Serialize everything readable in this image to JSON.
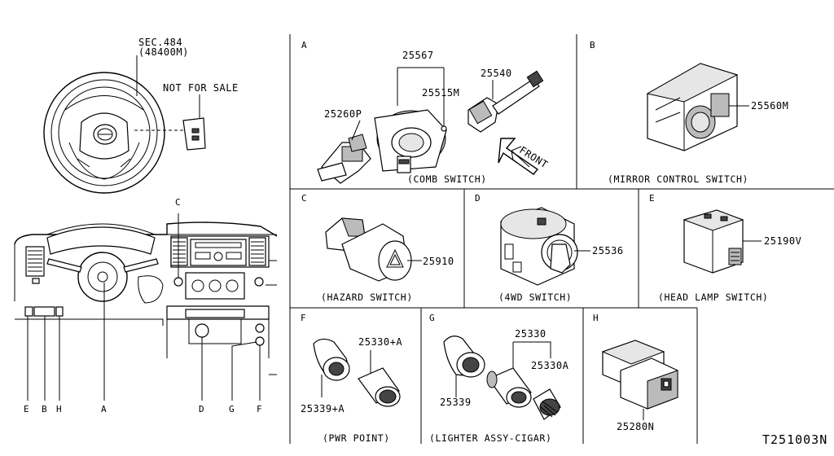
{
  "header": {
    "sec_ref": "SEC.484",
    "sec_part": "(48400M)",
    "not_for_sale": "NOT FOR SALE"
  },
  "dash_callouts": [
    "C",
    "E",
    "B",
    "H",
    "A",
    "D",
    "G",
    "F"
  ],
  "panels": {
    "A": {
      "letter": "A",
      "caption": "(COMB SWITCH)",
      "parts": [
        "25567",
        "25515M",
        "25540",
        "25260P"
      ],
      "direction": "FRONT"
    },
    "B": {
      "letter": "B",
      "caption": "(MIRROR CONTROL SWITCH)",
      "parts": [
        "25560M"
      ]
    },
    "C": {
      "letter": "C",
      "caption": "(HAZARD SWITCH)",
      "parts": [
        "25910"
      ]
    },
    "D": {
      "letter": "D",
      "caption": "(4WD SWITCH)",
      "parts": [
        "25536"
      ]
    },
    "E": {
      "letter": "E",
      "caption": "(HEAD LAMP SWITCH)",
      "parts": [
        "25190V"
      ]
    },
    "F": {
      "letter": "F",
      "caption": "(PWR POINT)",
      "parts": [
        "25330+A",
        "25339+A"
      ]
    },
    "G": {
      "letter": "G",
      "caption": "(LIGHTER ASSY-CIGAR)",
      "parts": [
        "25330",
        "25330A",
        "25339"
      ]
    },
    "H": {
      "letter": "H",
      "caption": "",
      "parts": [
        "25280N"
      ]
    }
  },
  "diagram_code": "T251003N"
}
